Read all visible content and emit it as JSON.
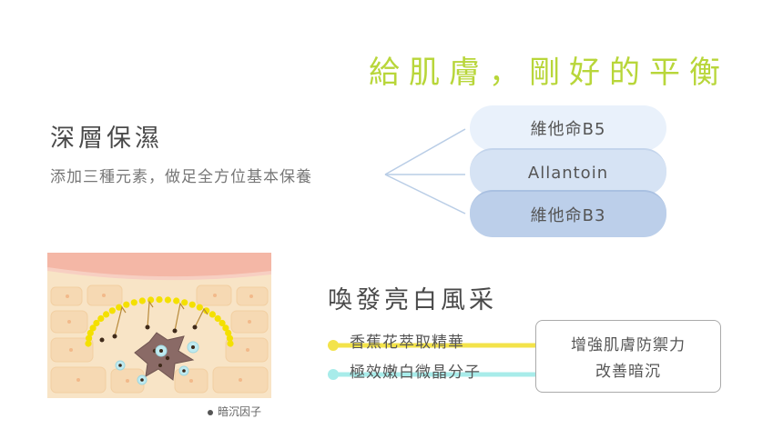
{
  "title": "給肌膚，剛好的平衡",
  "section1": {
    "heading": "深層保濕",
    "subtitle": "添加三種元素，做足全方位基本保養",
    "ingredients": [
      "維他命B5",
      "Allantoin",
      "維他命B3"
    ]
  },
  "section2": {
    "heading": "喚發亮白風采",
    "ingredients": [
      "香蕉花萃取精華",
      "極效嫩白微晶分子"
    ],
    "result": [
      "增強肌膚防禦力",
      "改善暗沉"
    ]
  },
  "legend": "暗沉因子",
  "colors": {
    "accent": "#b8d63a",
    "arrow_yellow": "#f3e34a",
    "arrow_cyan": "#a8ecea",
    "pill_light": "#e9f1fb",
    "pill_mid": "#d6e3f4",
    "pill_dark": "#bccfea"
  }
}
